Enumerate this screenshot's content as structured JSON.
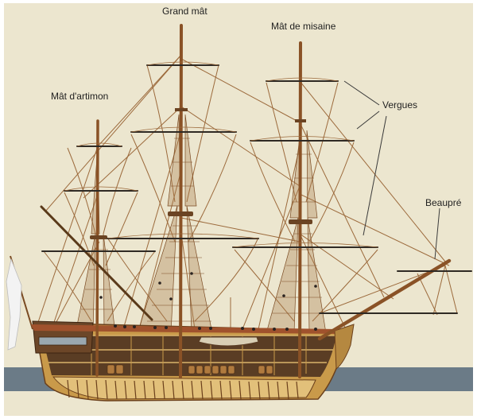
{
  "labels": {
    "grand_mat": "Grand mât",
    "mat_de_misaine": "Mât de misaine",
    "mat_d_artimon": "Mât d'artimon",
    "vergues": "Vergues",
    "beaupre": "Beaupré"
  },
  "colors": {
    "background": "#ece6cf",
    "frame": "#ffffff",
    "water": "#6b7b87",
    "hull": "#c99a4a",
    "hull_dark": "#8a5a28",
    "hull_light": "#e2c07a",
    "interior": "#5a3d24",
    "mast": "#8a5226",
    "rigging": "#9c6a3c",
    "ratlines": "#7a4a22",
    "leader_line": "#3a3a3a",
    "flag": "#f3f3f3"
  }
}
